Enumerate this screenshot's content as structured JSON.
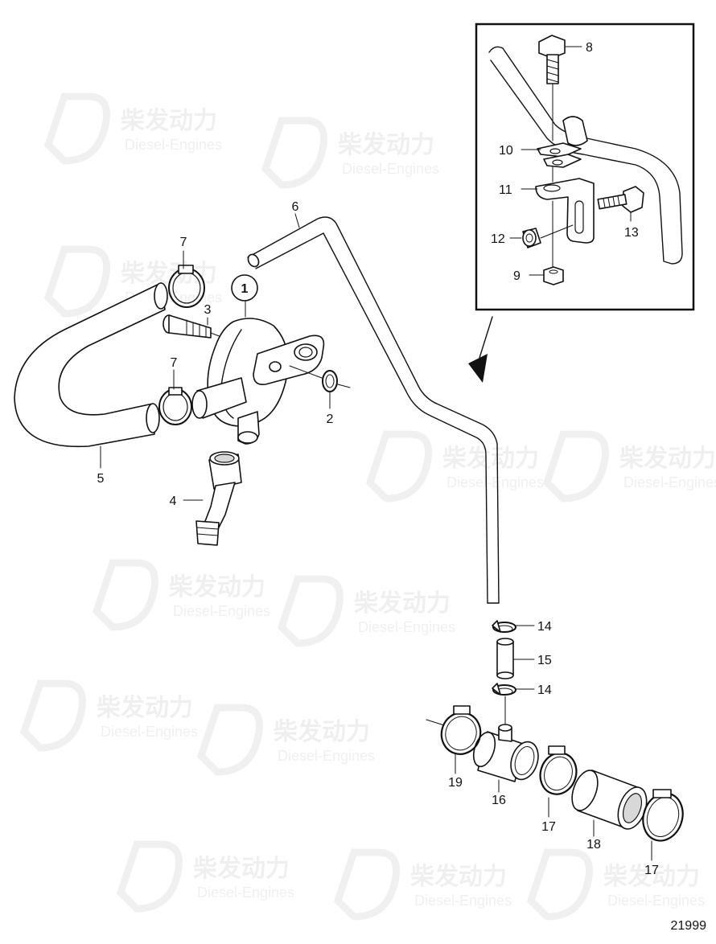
{
  "watermark": {
    "brand": "柴发动力",
    "sub": "Diesel-Engines"
  },
  "callouts": {
    "c1": "1",
    "c2": "2",
    "c3": "3",
    "c4": "4",
    "c5": "5",
    "c6": "6",
    "c7a": "7",
    "c7b": "7",
    "c8": "8",
    "c9": "9",
    "c10": "10",
    "c11": "11",
    "c12": "12",
    "c13": "13",
    "c14a": "14",
    "c14b": "14",
    "c15": "15",
    "c16": "16",
    "c17a": "17",
    "c17b": "17",
    "c18": "18",
    "c19": "19"
  },
  "figure_number": "21999"
}
